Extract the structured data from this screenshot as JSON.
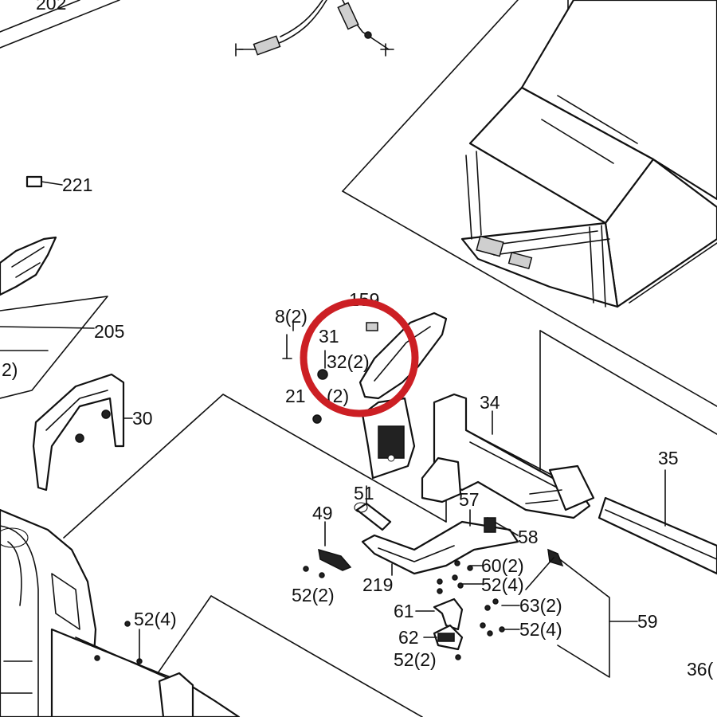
{
  "diagram": {
    "labels": {
      "l202": "202",
      "l221": "221",
      "l205": "205",
      "l2a": "2)",
      "l30": "30",
      "l8": "8(2)",
      "l159": "159",
      "l31": "31",
      "l32": "32(2)",
      "l21": "21",
      "l2b": "(2)",
      "l34": "34",
      "l35": "35",
      "l51": "51",
      "l49": "49",
      "l57": "57",
      "l58": "58",
      "l60": "60(2)",
      "l52a": "52(4)",
      "l52b": "52(2)",
      "l219": "219",
      "l61": "61",
      "l63": "63(2)",
      "l52c": "52(4)",
      "l59": "59",
      "l62": "62",
      "l52d": "52(2)",
      "l52e": "52(4)",
      "l36": "36("
    },
    "highlight_color": "#cc1f24",
    "line_color": "#111111"
  }
}
